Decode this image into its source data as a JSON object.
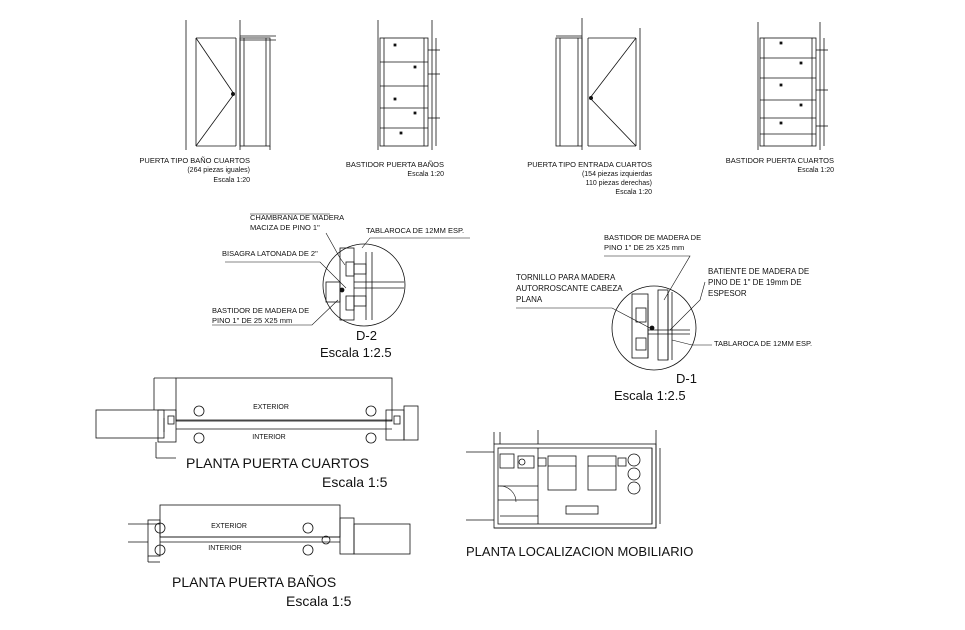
{
  "elevations": {
    "door_bath": {
      "title": "PUERTA TIPO BAÑO CUARTOS",
      "note": "(264 piezas iguales)",
      "scale": "Escala 1:20"
    },
    "frame_bath": {
      "title": "BASTIDOR PUERTA BAÑOS",
      "scale": "Escala 1:20"
    },
    "door_entry": {
      "title": "PUERTA TIPO ENTRADA CUARTOS",
      "note1": "(154 piezas  izquierdas",
      "note2": "110 piezas  derechas)",
      "scale": "Escala 1:20"
    },
    "frame_rooms": {
      "title": "BASTIDOR PUERTA  CUARTOS",
      "scale": "Escala 1:20"
    }
  },
  "detail_d2": {
    "label_chambrana_1": "CHAMBRANA DE MADERA",
    "label_chambrana_2": "MACIZA DE PINO 1\"",
    "label_tablaroca": "TABLAROCA DE 12MM ESP.",
    "label_bisagra": "BISAGRA LATONADA DE 2\"",
    "label_bastidor_1": "BASTIDOR DE MADERA DE",
    "label_bastidor_2": "PINO 1\" DE 25 X25 mm",
    "title": "D-2",
    "scale": "Escala 1:2.5"
  },
  "detail_d1": {
    "label_bastidor_1": "BASTIDOR DE MADERA DE",
    "label_bastidor_2": "PINO 1\" DE 25 X25 mm",
    "label_tornillo_1": "TORNILLO PARA MADERA",
    "label_tornillo_2": "AUTORROSCANTE CABEZA",
    "label_tornillo_3": "PLANA",
    "label_batiente_1": "BATIENTE DE MADERA DE",
    "label_batiente_2": "PINO DE 1\" DE 19mm DE",
    "label_batiente_3": "ESPESOR",
    "label_tablaroca": "TABLAROCA DE 12MM ESP.",
    "title": "D-1",
    "scale": "Escala 1:2.5"
  },
  "plan_rooms": {
    "exterior": "EXTERIOR",
    "interior": "INTERIOR",
    "title": "PLANTA  PUERTA CUARTOS",
    "scale": "Escala 1:5"
  },
  "plan_baths": {
    "exterior": "EXTERIOR",
    "interior": "INTERIOR",
    "title": "PLANTA  PUERTA BAÑOS",
    "scale": "Escala 1:5"
  },
  "plan_furniture": {
    "title": "PLANTA LOCALIZACION MOBILIARIO"
  },
  "colors": {
    "line": "#111111",
    "background": "#ffffff"
  }
}
